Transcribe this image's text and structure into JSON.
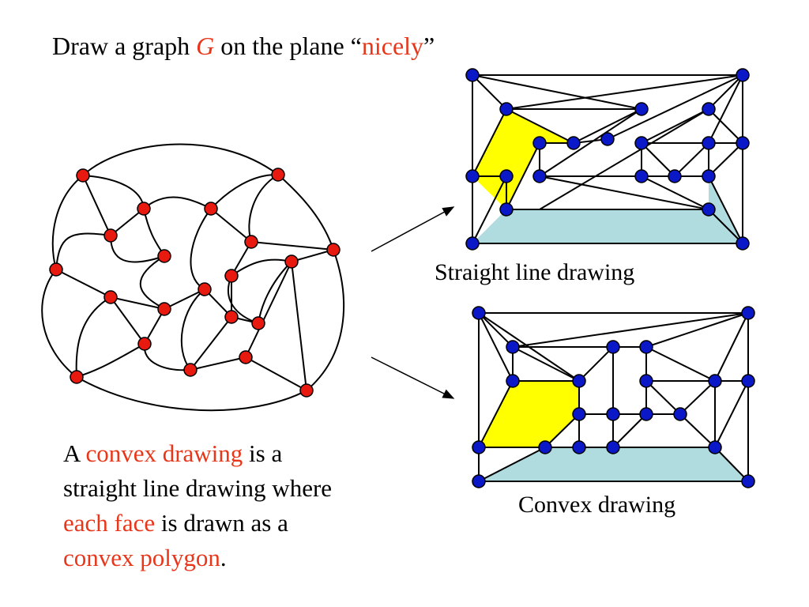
{
  "title": {
    "prefix": "Draw a graph ",
    "graph_symbol": "G",
    "middle": " on the plane “",
    "highlight": "nicely",
    "suffix": "”"
  },
  "captions": {
    "straight": "Straight line drawing",
    "convex": "Convex drawing"
  },
  "paragraph": {
    "part1": "A ",
    "part2_red": "convex drawing",
    "part3": " is a",
    "line2": "straight line drawing where",
    "part4_red": "each face",
    "part5": " is drawn as a",
    "part6_red": "convex polygon",
    "part7": "."
  },
  "colors": {
    "red_accent": "#e8361a",
    "node_red": "#e8190e",
    "node_blue": "#0a18c8",
    "face_yellow": "#ffff00",
    "face_lightblue": "#b0dce0"
  }
}
